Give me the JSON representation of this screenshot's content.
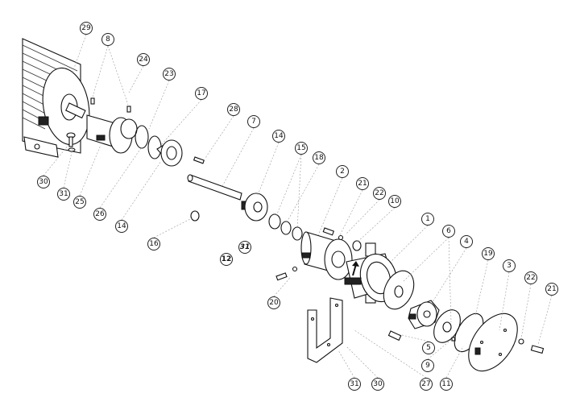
{
  "callouts": {
    "top": [
      "29",
      "8",
      "24",
      "23",
      "17",
      "28",
      "7",
      "14",
      "15",
      "18",
      "2",
      "21",
      "22",
      "10",
      "1",
      "6",
      "4",
      "19",
      "3",
      "22",
      "21"
    ],
    "bottom_left": [
      "30",
      "31",
      "25",
      "26",
      "14",
      "16"
    ],
    "middle": [
      "31",
      "12",
      "20"
    ],
    "bottom_right": [
      "5",
      "9",
      "11",
      "27",
      "31",
      "30"
    ]
  }
}
